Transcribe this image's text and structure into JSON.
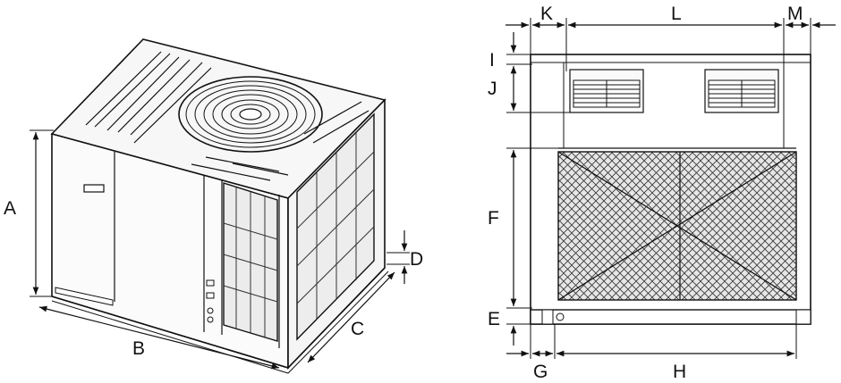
{
  "left_view": {
    "labels": {
      "A": "A",
      "B": "B",
      "C": "C",
      "D": "D"
    }
  },
  "right_view": {
    "labels": {
      "E": "E",
      "F": "F",
      "G": "G",
      "H": "H",
      "I": "I",
      "J": "J",
      "K": "K",
      "L": "L",
      "M": "M"
    }
  },
  "colors": {
    "line": "#111111",
    "background": "#ffffff",
    "panel": "#f4f4f4"
  }
}
